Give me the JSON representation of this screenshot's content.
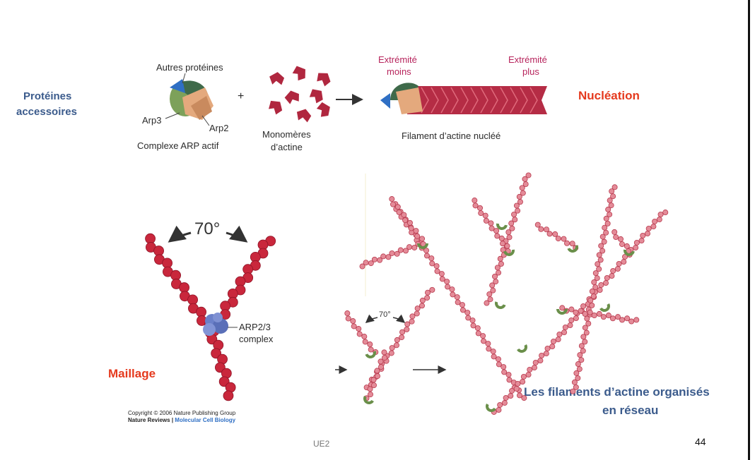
{
  "slide": {
    "side_label_line1": "Protéines",
    "side_label_line2": "accessoires",
    "nucleation": "Nucléation",
    "maillage": "Maillage",
    "reseau_line1": "Les filaments d’actine organisés",
    "reseau_line2": "en réseau",
    "footer_center": "UE2",
    "page_number": "44"
  },
  "top_diagram": {
    "other_proteins": "Autres protéines",
    "arp3": "Arp3",
    "arp2": "Arp2",
    "complex": "Complexe ARP actif",
    "plus_sign": "+",
    "monomers_line1": "Monomères",
    "monomers_line2": "d’actine",
    "minus_end_line1": "Extrémité",
    "minus_end_line2": "moins",
    "plus_end_line1": "Extrémité",
    "plus_end_line2": "plus",
    "filament": "Filament d’actine nucléé"
  },
  "left_diagram": {
    "angle": "70°",
    "complex_line1": "ARP2/3",
    "complex_line2": "complex",
    "copyright_line1": "Copyright © 2006 Nature Publishing Group",
    "copyright_journal": "Nature Reviews",
    "copyright_sep": " | ",
    "copyright_subject": "Molecular Cell Biology"
  },
  "right_diagram": {
    "angle": "70°"
  },
  "colors": {
    "title_blue": "#3b5b8c",
    "accent_red": "#e53a1e",
    "actin_red": "#c8334a",
    "arp_green": "#6a8f4a",
    "arp_blue": "#2f6fc4"
  }
}
